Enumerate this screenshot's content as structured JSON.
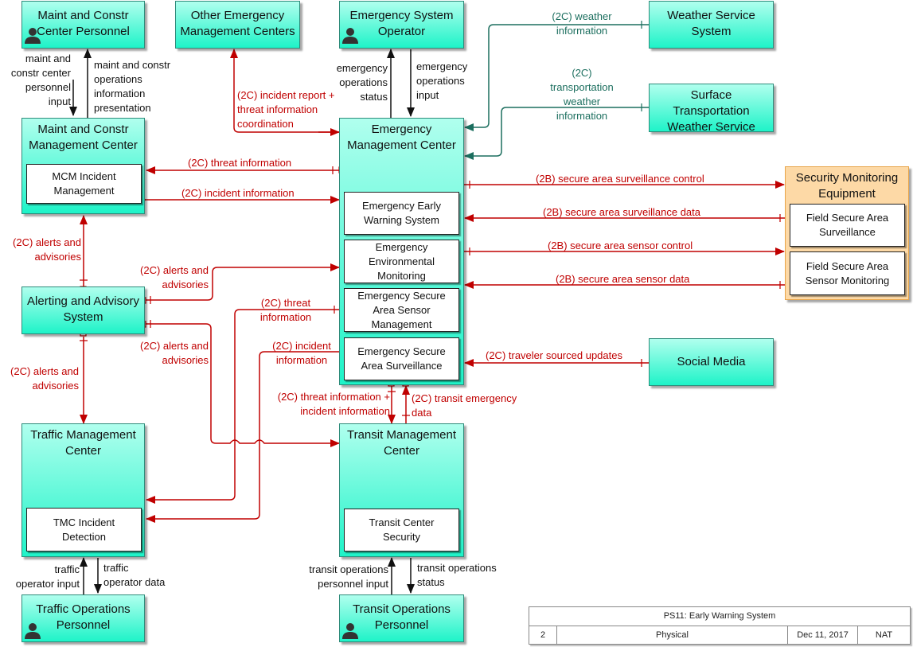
{
  "colors": {
    "node_fill_top": "#b0ffee",
    "node_fill_bottom": "#1ef3c8",
    "equipment_fill": "#fdd9a6",
    "flow_red": "#c00000",
    "flow_green": "#1b6e5e",
    "flow_black": "#111111"
  },
  "nodes": {
    "maint_personnel": {
      "title": "Maint and Constr\nCenter Personnel",
      "icon": "person-icon"
    },
    "other_emc": {
      "title": "Other Emergency\nManagement Centers"
    },
    "es_operator": {
      "title": "Emergency System\nOperator",
      "icon": "person-icon"
    },
    "weather_service": {
      "title": "Weather Service\nSystem"
    },
    "surface_weather": {
      "title": "Surface\nTransportation\nWeather Service"
    },
    "maint_center": {
      "title": "Maint and Constr\nManagement Center",
      "subs": [
        "MCM Incident\nManagement"
      ]
    },
    "emc": {
      "title": "Emergency\nManagement Center",
      "subs": [
        "Emergency Early\nWarning System",
        "Emergency\nEnvironmental\nMonitoring",
        "Emergency Secure\nArea Sensor\nManagement",
        "Emergency Secure\nArea Surveillance"
      ]
    },
    "security_equipment": {
      "title": "Security Monitoring\nEquipment",
      "subs": [
        "Field Secure Area\nSurveillance",
        "Field Secure Area\nSensor Monitoring"
      ]
    },
    "alerting": {
      "title": "Alerting and Advisory\nSystem"
    },
    "social_media": {
      "title": "Social Media"
    },
    "tmc": {
      "title": "Traffic Management\nCenter",
      "subs": [
        "TMC Incident\nDetection"
      ]
    },
    "transit_mc": {
      "title": "Transit Management\nCenter",
      "subs": [
        "Transit Center\nSecurity"
      ]
    },
    "traffic_personnel": {
      "title": "Traffic Operations\nPersonnel",
      "icon": "person-icon"
    },
    "transit_personnel": {
      "title": "Transit Operations\nPersonnel",
      "icon": "person-icon"
    }
  },
  "flows": {
    "maint_personnel_input": "maint and\nconstr center\npersonnel\ninput",
    "maint_presentation": "maint and constr\noperations\ninformation\npresentation",
    "incident_report": "(2C) incident report +\nthreat information\ncoordination",
    "em_ops_status": "emergency\noperations\nstatus",
    "em_ops_input": "emergency\noperations\ninput",
    "weather_info": "(2C) weather\ninformation",
    "transport_weather": "(2C)\ntransportation\nweather\ninformation",
    "threat_info_mcm": "(2C) threat information",
    "incident_info_mcm": "(2C) incident information",
    "surv_control": "(2B) secure area surveillance control",
    "surv_data": "(2B) secure area surveillance data",
    "sensor_control": "(2B) secure area sensor control",
    "sensor_data": "(2B) secure area sensor data",
    "alerts_mcm": "(2C) alerts and\nadvisories",
    "alerts_emc": "(2C) alerts and\nadvisories",
    "threat_info_tmc": "(2C) threat\ninformation",
    "incident_info_tmc": "(2C) incident\ninformation",
    "alerts_transit": "(2C) alerts and\nadvisories",
    "alerts_tmc": "(2C) alerts and\nadvisories",
    "traveler_updates": "(2C) traveler sourced updates",
    "threat_incident_transit": "(2C) threat information +\nincident information",
    "transit_emergency": "(2C) transit emergency\ndata",
    "traffic_op_input": "traffic\noperator input",
    "traffic_op_data": "traffic\noperator data",
    "transit_personnel_input": "transit operations\npersonnel input",
    "transit_ops_status": "transit operations\nstatus"
  },
  "title_block": {
    "title": "PS11: Early Warning System",
    "number": "2",
    "view": "Physical",
    "date": "Dec 11, 2017",
    "scope": "NAT"
  }
}
